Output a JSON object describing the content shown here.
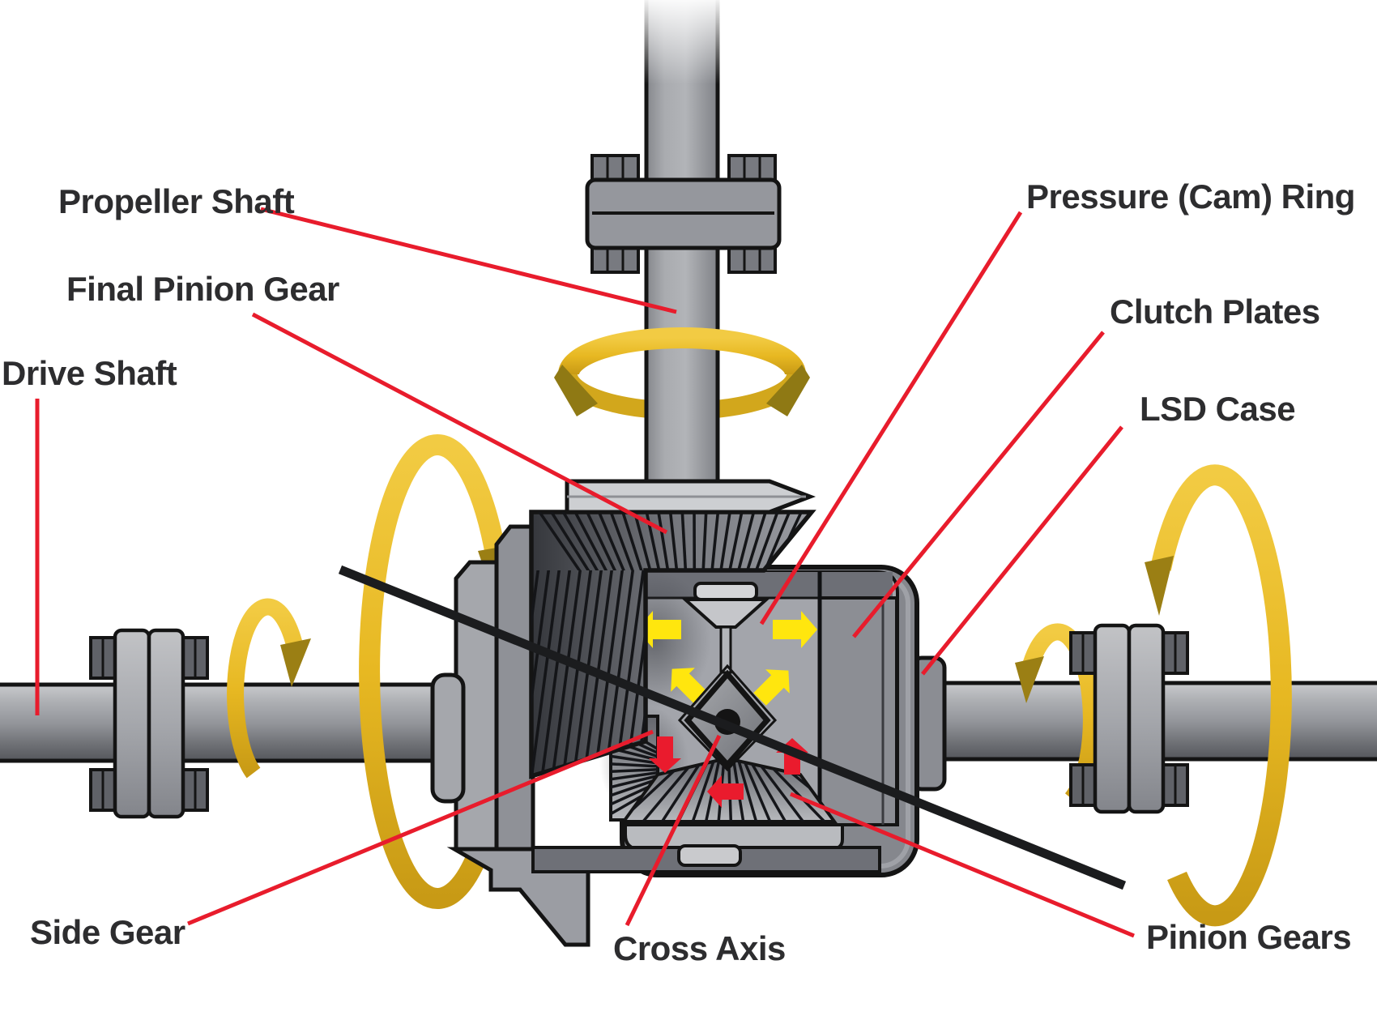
{
  "labels": {
    "propeller_shaft": "Propeller Shaft",
    "final_pinion_gear": "Final Pinion Gear",
    "drive_shaft": "Drive Shaft",
    "pressure_cam_ring": "Pressure (Cam) Ring",
    "clutch_plates": "Clutch Plates",
    "lsd_case": "LSD Case",
    "side_gear": "Side Gear",
    "cross_axis": "Cross Axis",
    "pinion_gears": "Pinion Gears"
  },
  "colors": {
    "background": "#ffffff",
    "leader_line": "#e81c2c",
    "callout_text": "#2d2d2f",
    "ribbon_yellow": "#e7ba22",
    "ribbon_dark_tip": "#9b7f14",
    "force_arrow_yellow": "#ffe60e",
    "force_arrow_red": "#ea1b2d",
    "metal_light": "#a5a7ac",
    "metal_mid": "#85878d",
    "metal_dark": "#6e7077",
    "outline": "#141414",
    "cross_axis_line": "#1b1c1e"
  },
  "icons": {
    "rotation_ribbons": "curved-rotation-arrow",
    "outward_force_arrows": "yellow-block-arrow",
    "rotation_force_arrows": "red-block-arrow"
  }
}
